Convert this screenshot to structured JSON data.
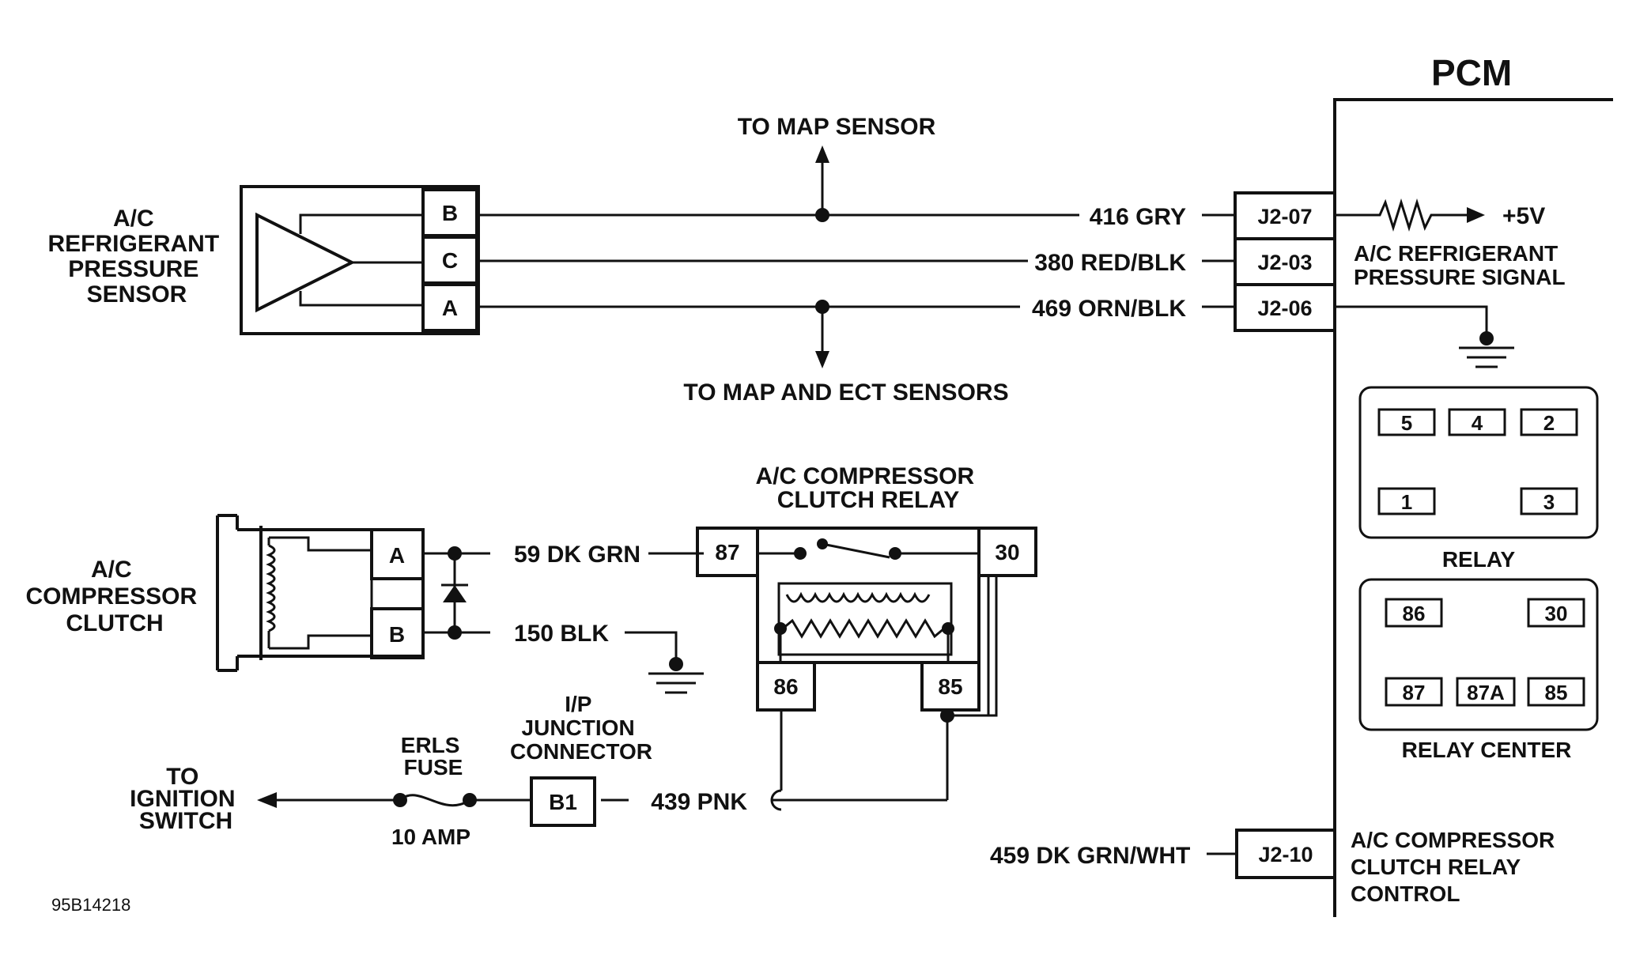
{
  "pcm": {
    "title": "PCM",
    "pins": {
      "j2_07": "J2-07",
      "j2_03": "J2-03",
      "j2_06": "J2-06",
      "j2_10": "J2-10"
    },
    "supply": "+5V",
    "signal_label": [
      "A/C REFRIGERANT",
      "PRESSURE SIGNAL"
    ],
    "control_label": [
      "A/C COMPRESSOR",
      "CLUTCH RELAY",
      "CONTROL"
    ]
  },
  "pressure_sensor": {
    "label": [
      "A/C",
      "REFRIGERANT",
      "PRESSURE",
      "SENSOR"
    ],
    "pins": [
      "B",
      "C",
      "A"
    ]
  },
  "wires": {
    "w416": "416 GRY",
    "w380": "380 RED/BLK",
    "w469": "469 ORN/BLK",
    "w59": "59 DK GRN",
    "w150": "150 BLK",
    "w439": "439 PNK",
    "w459": "459 DK GRN/WHT"
  },
  "annotations": {
    "to_map": "TO MAP SENSOR",
    "to_map_ect": "TO MAP AND ECT SENSORS"
  },
  "clutch": {
    "label": [
      "A/C",
      "COMPRESSOR",
      "CLUTCH"
    ],
    "pins": [
      "A",
      "B"
    ]
  },
  "relay": {
    "label": [
      "A/C COMPRESSOR",
      "CLUTCH RELAY"
    ],
    "pins": {
      "p87": "87",
      "p30": "30",
      "p86": "86",
      "p85": "85"
    }
  },
  "junction": {
    "label": [
      "I/P",
      "JUNCTION",
      "CONNECTOR"
    ],
    "pin": "B1"
  },
  "fuse": {
    "name": [
      "ERLS",
      "FUSE"
    ],
    "rating": "10 AMP"
  },
  "ignition": [
    "TO",
    "IGNITION",
    "SWITCH"
  ],
  "relay_view": {
    "title": "RELAY",
    "pins": [
      "5",
      "4",
      "2",
      "1",
      "3"
    ]
  },
  "relay_center": {
    "title": "RELAY CENTER",
    "pins": [
      "86",
      "30",
      "87",
      "87A",
      "85"
    ]
  },
  "figure_id": "95B14218"
}
